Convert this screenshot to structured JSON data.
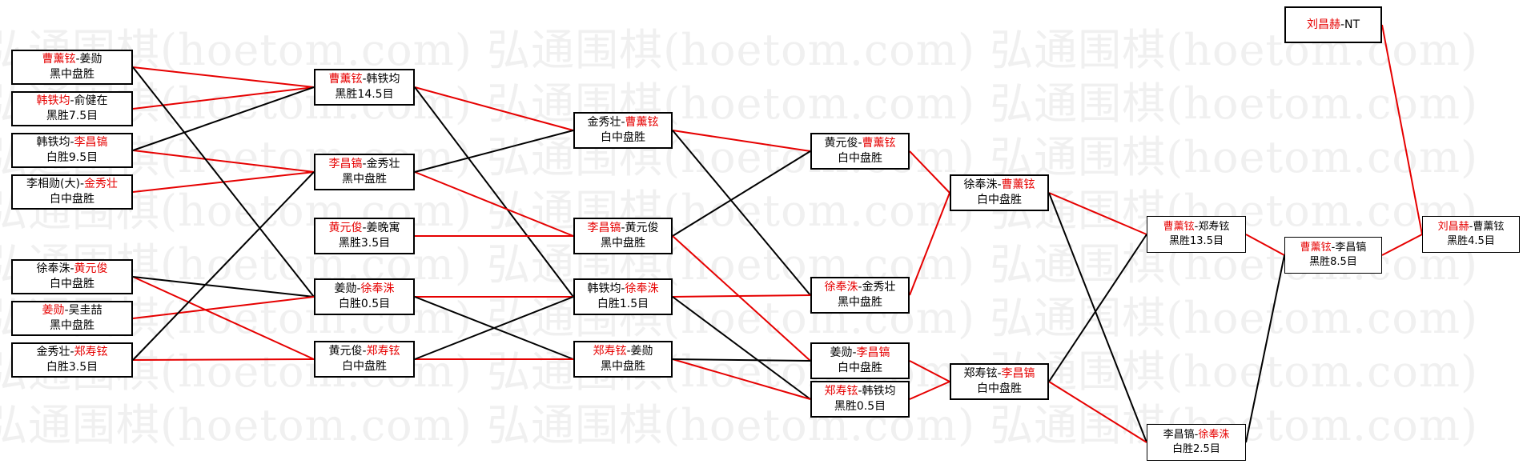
{
  "watermark": {
    "text": "弘通围棋(hoetom.com)"
  },
  "colors": {
    "winner": "#e60000",
    "text": "#000000",
    "winner_line": "#e60000",
    "loser_line": "#000000"
  },
  "nodes": [
    {
      "id": "r1a",
      "p1": "曹薰铉",
      "p2": "姜勋",
      "winner": 1,
      "result": "黑中盘胜"
    },
    {
      "id": "r1b",
      "p1": "韩铁均",
      "p2": "俞健在",
      "winner": 1,
      "result": "黑胜7.5目"
    },
    {
      "id": "r1c",
      "p1": "韩铁均",
      "p2": "李昌镐",
      "winner": 2,
      "result": "白胜9.5目"
    },
    {
      "id": "r1d",
      "p1": "李相勋(大)",
      "p2": "金秀壮",
      "winner": 2,
      "result": "白中盘胜"
    },
    {
      "id": "r1e",
      "p1": "徐奉洙",
      "p2": "黄元俊",
      "winner": 2,
      "result": "白中盘胜"
    },
    {
      "id": "r1f",
      "p1": "姜勋",
      "p2": "吴圭喆",
      "winner": 1,
      "result": "黑中盘胜"
    },
    {
      "id": "r1g",
      "p1": "金秀壮",
      "p2": "郑寿铉",
      "winner": 2,
      "result": "白胜3.5目"
    },
    {
      "id": "r2a",
      "p1": "曹薰铉",
      "p2": "韩铁均",
      "winner": 1,
      "result": "黑胜14.5目"
    },
    {
      "id": "r2b",
      "p1": "李昌镐",
      "p2": "金秀壮",
      "winner": 1,
      "result": "黑中盘胜"
    },
    {
      "id": "r2c",
      "p1": "黄元俊",
      "p2": "姜晚寓",
      "winner": 1,
      "result": "黑胜3.5目"
    },
    {
      "id": "r2d",
      "p1": "姜勋",
      "p2": "徐奉洙",
      "winner": 2,
      "result": "白胜0.5目"
    },
    {
      "id": "r2e",
      "p1": "黄元俊",
      "p2": "郑寿铉",
      "winner": 2,
      "result": "白中盘胜"
    },
    {
      "id": "r3a",
      "p1": "金秀壮",
      "p2": "曹薰铉",
      "winner": 2,
      "result": "白中盘胜"
    },
    {
      "id": "r3b",
      "p1": "李昌镐",
      "p2": "黄元俊",
      "winner": 1,
      "result": "黑中盘胜"
    },
    {
      "id": "r3c",
      "p1": "韩铁均",
      "p2": "徐奉洙",
      "winner": 2,
      "result": "白胜1.5目"
    },
    {
      "id": "r3d",
      "p1": "郑寿铉",
      "p2": "姜勋",
      "winner": 1,
      "result": "黑中盘胜"
    },
    {
      "id": "r4a",
      "p1": "黄元俊",
      "p2": "曹薰铉",
      "winner": 2,
      "result": "白中盘胜"
    },
    {
      "id": "r4b",
      "p1": "徐奉洙",
      "p2": "金秀壮",
      "winner": 1,
      "result": "黑中盘胜"
    },
    {
      "id": "r4c",
      "p1": "姜勋",
      "p2": "李昌镐",
      "winner": 2,
      "result": "白中盘胜"
    },
    {
      "id": "r4d",
      "p1": "郑寿铉",
      "p2": "韩铁均",
      "winner": 1,
      "result": "黑胜0.5目"
    },
    {
      "id": "r5a",
      "p1": "徐奉洙",
      "p2": "曹薰铉",
      "winner": 2,
      "result": "白中盘胜"
    },
    {
      "id": "r5b",
      "p1": "郑寿铉",
      "p2": "李昌镐",
      "winner": 2,
      "result": "白中盘胜"
    },
    {
      "id": "r6a",
      "p1": "曹薰铉",
      "p2": "郑寿铉",
      "winner": 1,
      "result": "黑胜13.5目"
    },
    {
      "id": "r6b",
      "p1": "李昌镐",
      "p2": "徐奉洙",
      "winner": 2,
      "result": "白胜2.5目"
    },
    {
      "id": "r7a",
      "p1": "曹薰铉",
      "p2": "李昌镐",
      "winner": 1,
      "result": "黑胜8.5目"
    },
    {
      "id": "nt",
      "p1": "刘昌赫",
      "p2": "NT",
      "winner": 1,
      "result": ""
    },
    {
      "id": "fin",
      "p1": "刘昌赫",
      "p2": "曹薰铉",
      "winner": 1,
      "result": "黑胜4.5目"
    }
  ],
  "links": [
    {
      "from": "r1a",
      "to": "r2a",
      "won": true
    },
    {
      "from": "r1b",
      "to": "r2a",
      "won": true
    },
    {
      "from": "r1c",
      "to": "r2b",
      "won": true
    },
    {
      "from": "r1d",
      "to": "r2b",
      "won": true
    },
    {
      "from": "r1a",
      "to": "r2d",
      "won": false
    },
    {
      "from": "r1c",
      "to": "r2a",
      "won": false
    },
    {
      "from": "r1e",
      "to": "r2e",
      "won": true
    },
    {
      "from": "r1e",
      "to": "r2d",
      "won": false
    },
    {
      "from": "r1f",
      "to": "r2d",
      "won": true
    },
    {
      "from": "r1g",
      "to": "r2e",
      "won": true
    },
    {
      "from": "r1g",
      "to": "r2b",
      "won": false
    },
    {
      "from": "r2a",
      "to": "r3a",
      "won": true
    },
    {
      "from": "r2a",
      "to": "r3c",
      "won": false
    },
    {
      "from": "r2b",
      "to": "r3b",
      "won": true
    },
    {
      "from": "r2b",
      "to": "r3a",
      "won": false
    },
    {
      "from": "r2c",
      "to": "r3b",
      "won": true
    },
    {
      "from": "r2d",
      "to": "r3c",
      "won": true
    },
    {
      "from": "r2d",
      "to": "r3d",
      "won": false
    },
    {
      "from": "r2e",
      "to": "r3d",
      "won": true
    },
    {
      "from": "r2e",
      "to": "r3c",
      "won": false
    },
    {
      "from": "r3a",
      "to": "r4a",
      "won": true
    },
    {
      "from": "r3a",
      "to": "r4b",
      "won": false
    },
    {
      "from": "r3b",
      "to": "r4a",
      "won": false
    },
    {
      "from": "r3b",
      "to": "r4c",
      "won": true
    },
    {
      "from": "r3c",
      "to": "r4b",
      "won": true
    },
    {
      "from": "r3c",
      "to": "r4d",
      "won": false
    },
    {
      "from": "r3d",
      "to": "r4d",
      "won": true
    },
    {
      "from": "r3d",
      "to": "r4c",
      "won": false
    },
    {
      "from": "r4a",
      "to": "r5a",
      "won": true
    },
    {
      "from": "r4b",
      "to": "r5a",
      "won": true
    },
    {
      "from": "r4c",
      "to": "r5b",
      "won": true
    },
    {
      "from": "r4d",
      "to": "r5b",
      "won": true
    },
    {
      "from": "r5a",
      "to": "r6a",
      "won": true
    },
    {
      "from": "r5a",
      "to": "r6b",
      "won": false
    },
    {
      "from": "r5b",
      "to": "r6b",
      "won": true
    },
    {
      "from": "r5b",
      "to": "r6a",
      "won": false
    },
    {
      "from": "r6a",
      "to": "r7a",
      "won": true
    },
    {
      "from": "r6b",
      "to": "r7a",
      "won": false
    },
    {
      "from": "r7a",
      "to": "fin",
      "won": true
    },
    {
      "from": "nt",
      "to": "fin",
      "won": true
    }
  ]
}
